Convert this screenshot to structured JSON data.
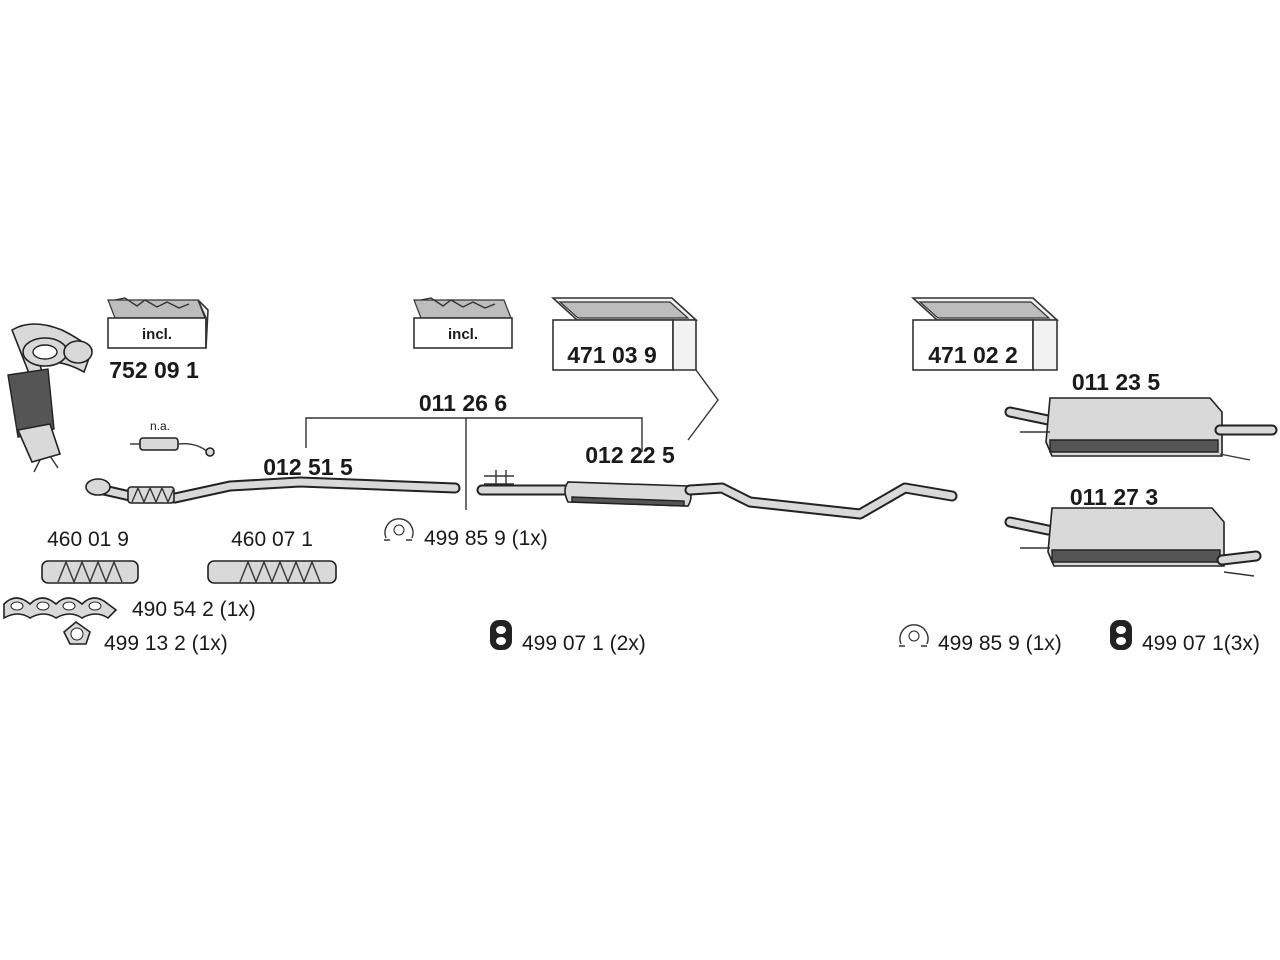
{
  "labels": {
    "cat_kit": "752 09 1",
    "incl_1": "incl.",
    "incl_2": "incl.",
    "na": "n.a.",
    "box_mid": "471 03 9",
    "box_right": "471 02 2",
    "group_total": "011 26 6",
    "front_pipe": "012 51 5",
    "middle_silencer": "012 22 5",
    "rear_silencer_1": "011 23 5",
    "rear_silencer_2": "011 27 3",
    "flex_1": "460 01 9",
    "flex_2": "460 07 1",
    "gasket_set": "490 54 2 (1x)",
    "gasket_ring": "499 13 2 (1x)",
    "clamp_mid": "499 85 9 (1x)",
    "mount_mid": "499 07 1 (2x)",
    "clamp_right": "499 85 9 (1x)",
    "mount_right": "499 07 1(3x)"
  },
  "colors": {
    "line": "#222222",
    "part_fill": "#d9d9d9",
    "box_inner": "#bdbdbd"
  },
  "icons": [
    "catalytic-converter-icon",
    "oxygen-sensor-icon",
    "box-icon",
    "clamp-icon",
    "rubber-mount-icon",
    "gasket-icon",
    "flex-pipe-icon",
    "silencer-icon"
  ]
}
